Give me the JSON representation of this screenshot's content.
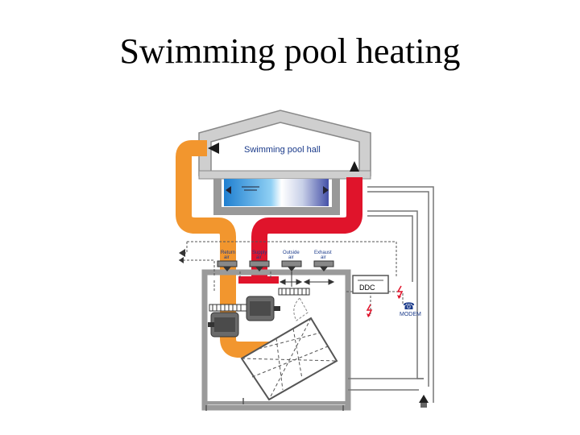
{
  "slide": {
    "title": "Swimming pool heating"
  },
  "diagram": {
    "hall_label": "Swimming pool hall",
    "dampers": [
      {
        "line1": "Return",
        "line2": "air"
      },
      {
        "line1": "Supply",
        "line2": "air"
      },
      {
        "line1": "Outside",
        "line2": "air"
      },
      {
        "line1": "Exhaust",
        "line2": "air"
      }
    ],
    "controller_label": "DDC",
    "modem_label": "MODEM",
    "colors": {
      "return_duct": "#f2962e",
      "supply_duct": "#e0142b",
      "building": "#c9c9c9",
      "pool_water": "#2f8fd6",
      "wiring": "#555555"
    }
  }
}
